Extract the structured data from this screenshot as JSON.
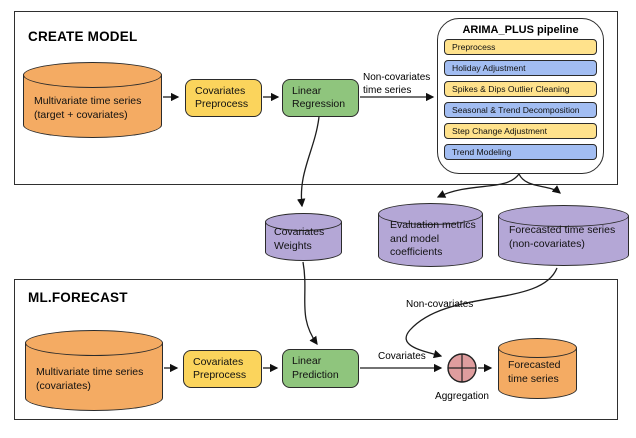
{
  "colors": {
    "orange": "#F4AB63",
    "gold": "#FBD45C",
    "light_yellow": "#FFE28C",
    "green": "#8FC57D",
    "blue": "#A2BDF2",
    "purple": "#B4A7D6",
    "red": "#DF9D9E"
  },
  "create_model": {
    "title": "CREATE MODEL",
    "source_cylinder": "Multivariate time series\n(target + covariates)",
    "preprocess_node": "Covariates\nPreprocess",
    "regression_node": "Linear\nRegression",
    "to_pipeline_label": "Non-covariates\ntime series",
    "pipeline": {
      "title": "ARIMA_PLUS pipeline",
      "steps": [
        {
          "label": "Preprocess",
          "color": "yellow"
        },
        {
          "label": "Holiday Adjustment",
          "color": "blue"
        },
        {
          "label": "Spikes & Dips Outlier Cleaning",
          "color": "yellow"
        },
        {
          "label": "Seasonal & Trend Decomposition",
          "color": "blue"
        },
        {
          "label": "Step Change Adjustment",
          "color": "yellow"
        },
        {
          "label": "Trend Modeling",
          "color": "blue"
        }
      ]
    }
  },
  "intermediate": {
    "covariates_weights_cylinder": "Covariates\nWeights",
    "evaluation_cylinder": "Evaluation metrics\nand model\ncoefficients",
    "forecast_noncov_cylinder": "Forecasted time series\n(non-covariates)"
  },
  "ml_forecast": {
    "title": "ML.FORECAST",
    "source_cylinder": "Multivariate time series\n(covariates)",
    "preprocess_node": "Covariates\nPreprocess",
    "prediction_node": "Linear\nPrediction",
    "covariates_label": "Covariates",
    "noncovariates_label": "Non-covariates",
    "aggregation_label": "Aggregation",
    "output_cylinder": "Forecasted\ntime series"
  }
}
